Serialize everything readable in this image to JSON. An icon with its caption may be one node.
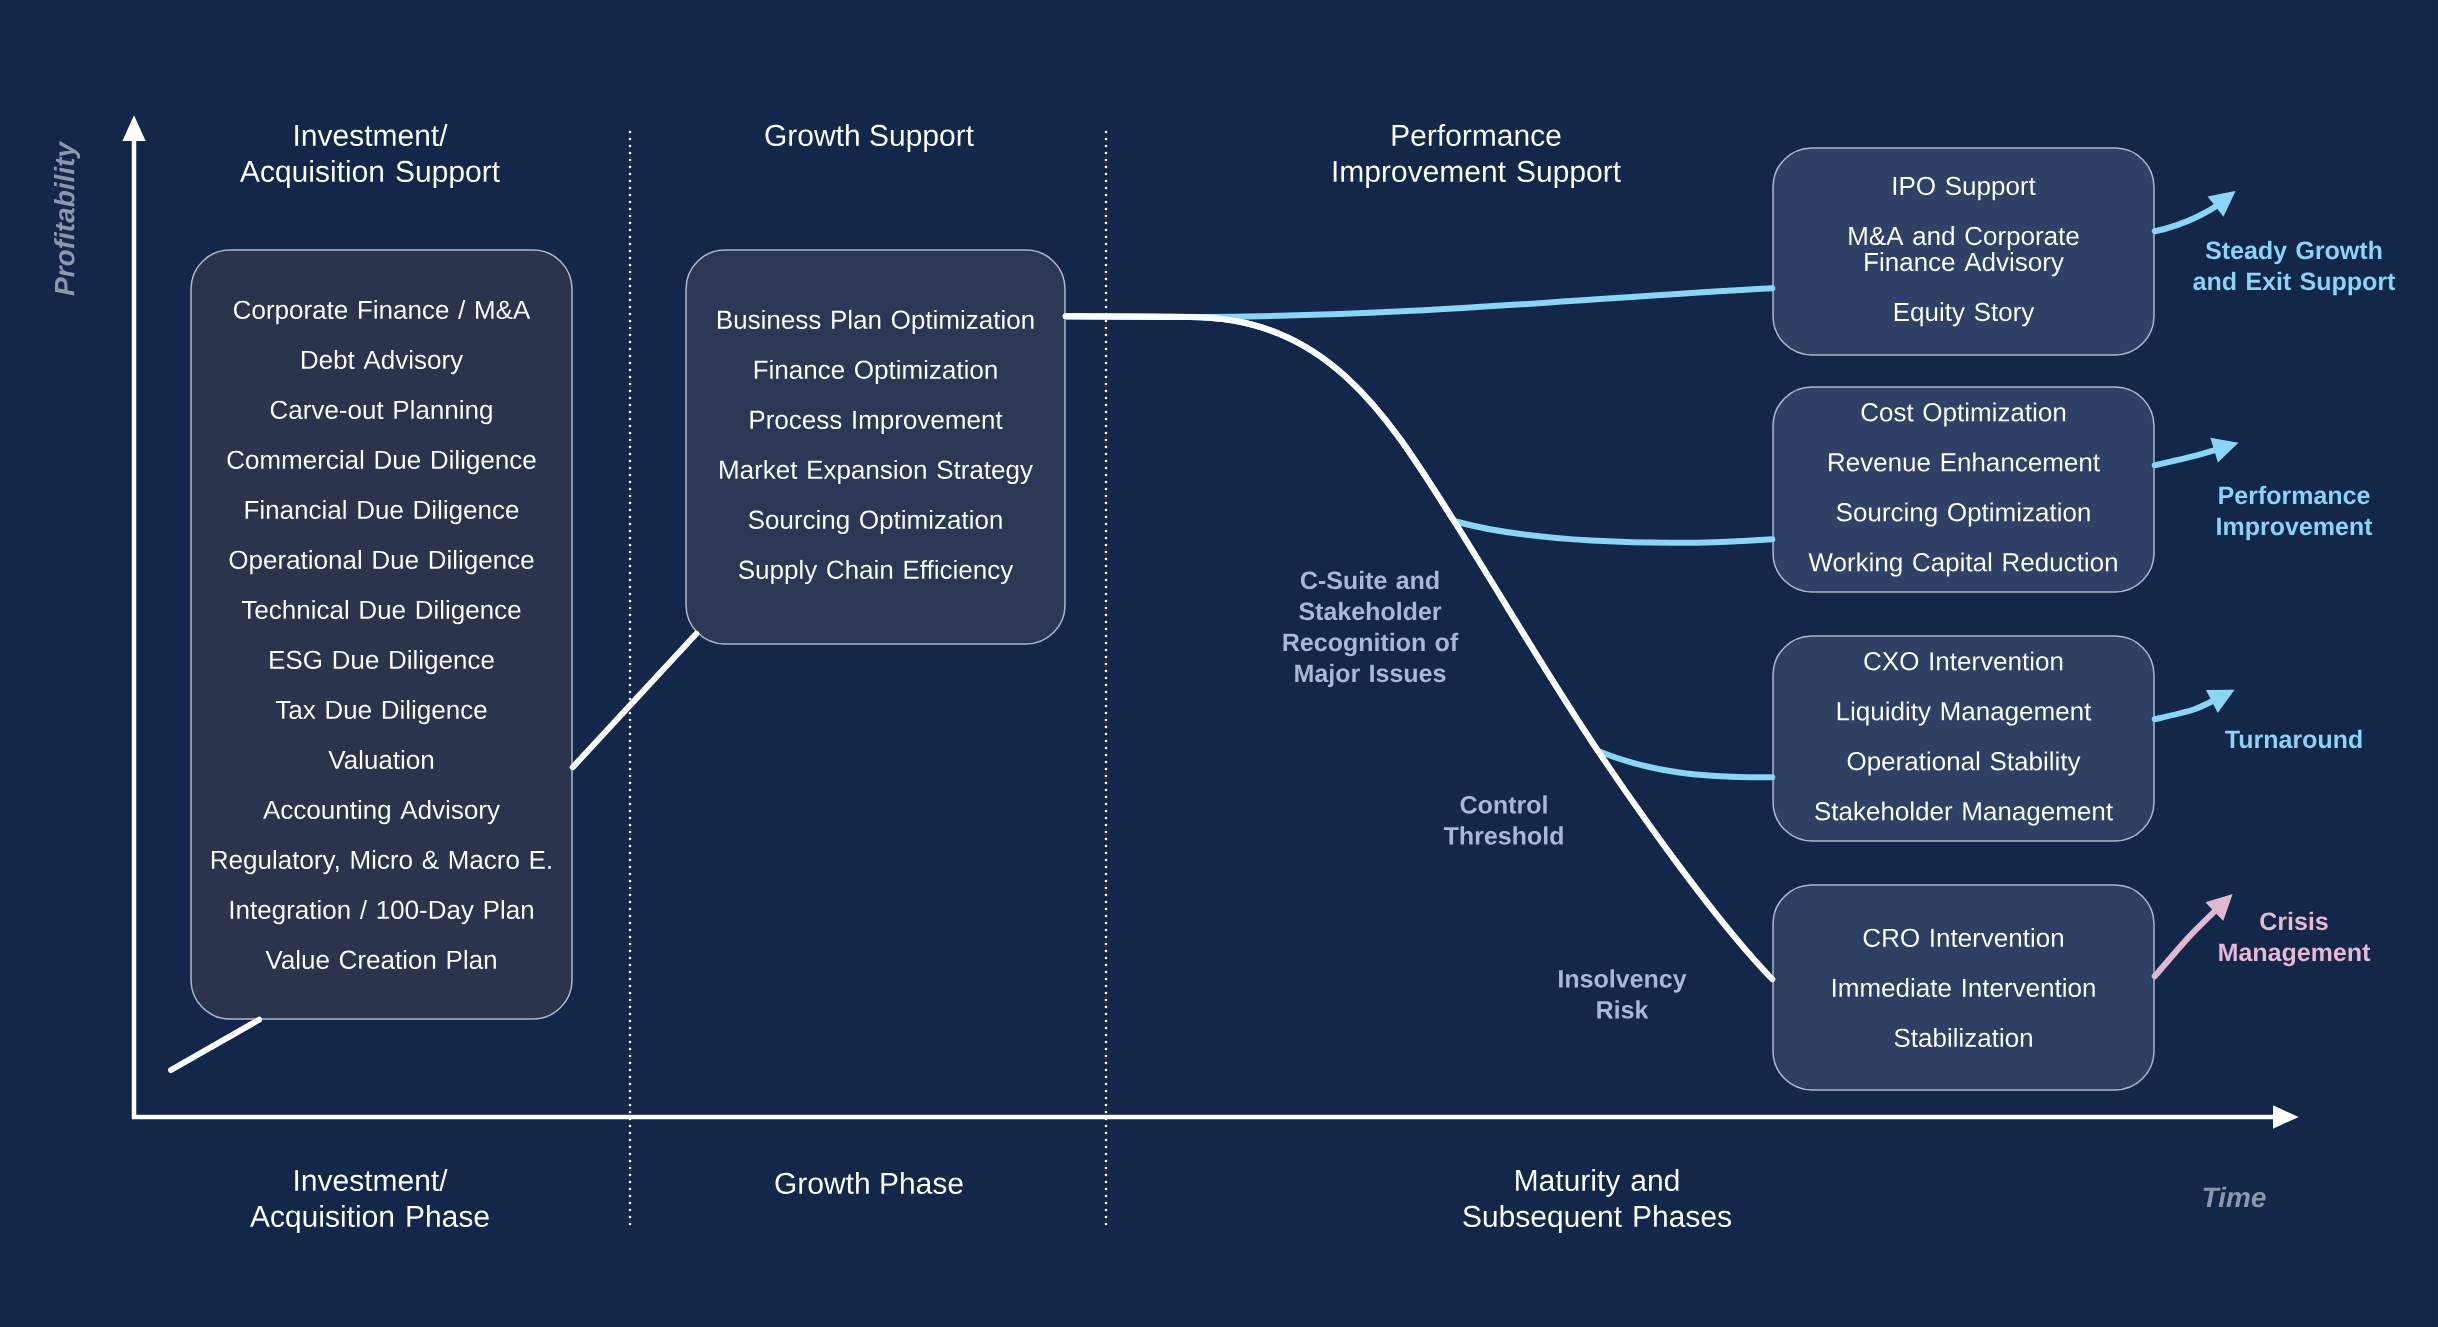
{
  "diagram": {
    "nodes": [
      {
        "text": [
          "Corporate Finance / M&A",
          "Debt Advisory",
          "Carve-out Planning",
          "Commercial Due Diligence",
          "Financial Due Diligence",
          "Operational Due Diligence",
          "Technical Due Diligence",
          "ESG Due Diligence",
          "Tax Due Diligence",
          "Valuation",
          "Accounting Advisory",
          "Regulatory, Micro & Macro E.",
          "Integration / 100-Day Plan",
          "Value Creation Plan"
        ]
      },
      {
        "text": [
          "Business Plan Optimization",
          "Finance Optimization",
          "Process Improvement",
          "Market Expansion Strategy",
          "Sourcing Optimization",
          "Supply Chain Efficiency"
        ]
      },
      {
        "text": [
          "IPO Support",
          "M&A and Corporate Finance Advisory",
          "Equity Story"
        ]
      },
      {
        "text": [
          "Cost Optimization",
          "Revenue Enhancement",
          "Sourcing Optimization",
          "Working Capital Reduction"
        ]
      },
      {
        "text": [
          "CXO Intervention",
          "Liquidity Management",
          "Operational Stability",
          "Stakeholder Management"
        ]
      },
      {
        "text": [
          "CRO Intervention",
          "Immediate Intervention",
          "Stabilization"
        ]
      },
      {
        "text": [
          "Steady Growth and Exit Support"
        ]
      },
      {
        "text": [
          "Performance Improvement"
        ]
      },
      {
        "text": [
          "Turnaround"
        ]
      },
      {
        "text": [
          "Crisis Management"
        ]
      }
    ],
    "edges": [
      {
        "from": null,
        "to": 0,
        "arrow": "none",
        "color": "#ffffff"
      },
      {
        "from": 0,
        "to": 1,
        "arrow": "none",
        "color": "#ffffff"
      },
      {
        "from": 1,
        "to": 2,
        "arrow": "none"
      },
      {
        "from": 1,
        "to": 3,
        "arrow": "none"
      },
      {
        "from": 1,
        "to": 4,
        "arrow": "none"
      },
      {
        "from": 1,
        "to": 5,
        "arrow": "none",
        "color": "#ffffff"
      },
      {
        "from": 2,
        "to": 6,
        "arrow": "to"
      },
      {
        "from": 3,
        "to": 7,
        "arrow": "to"
      },
      {
        "from": 4,
        "to": 8,
        "arrow": "to"
      },
      {
        "from": 5,
        "to": 9,
        "arrow": "to",
        "color": "#e3b6d2"
      }
    ],
    "labels": [
      "Investment/ Acquisition Support",
      "Growth Support",
      "Performance Improvement Support",
      "Profitability",
      "C-Suite and Stakeholder Recognition of Major Issues",
      "Control Threshold",
      "Insolvency Risk",
      "Investment/ Acquisition Phase",
      "Growth Phase",
      "Maturity and Subsequent Phases",
      "Time"
    ]
  }
}
